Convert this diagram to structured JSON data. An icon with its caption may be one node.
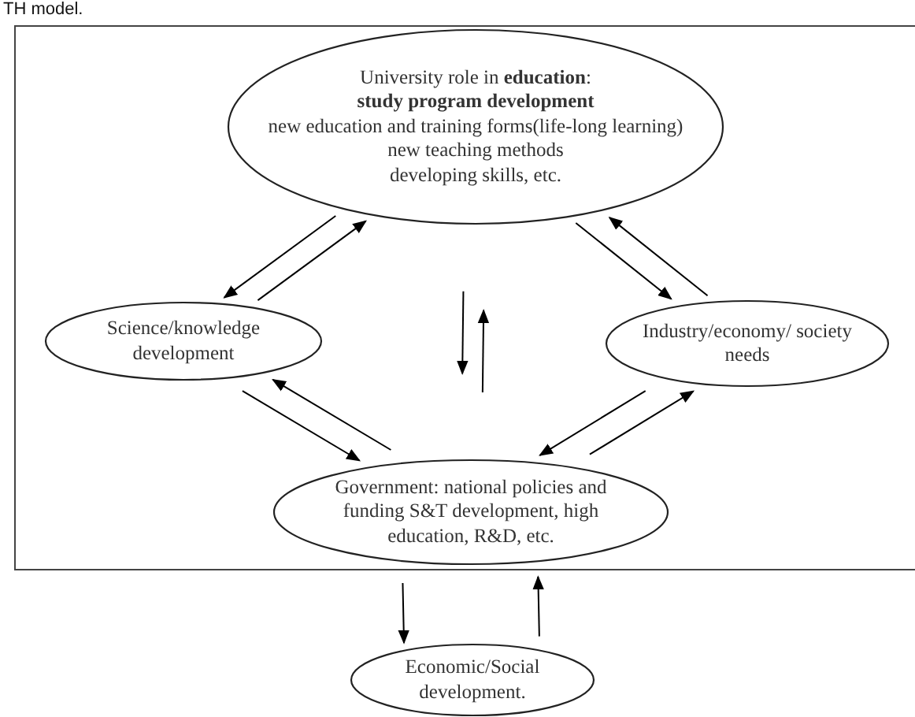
{
  "diagram": {
    "title": "TH model.",
    "nodes": [
      {
        "text": [],
        "shape": "box"
      },
      {
        "text": [
          "University role in **education**:",
          "study program development",
          "new education and training forms(life-long learning)",
          "new teaching methods",
          "developing skills, etc."
        ],
        "in": 0
      },
      {
        "text": [
          "Science/knowledge development"
        ],
        "in": 0
      },
      {
        "text": [
          "Industry/economy/ society needs"
        ],
        "in": 0
      },
      {
        "text": [
          "Government: national policies and funding  S&T development, high education, R&D, etc."
        ],
        "in": 0
      },
      {
        "text": [
          "Economic/Social development."
        ]
      }
    ],
    "edges": [
      {
        "from": 1,
        "to": 2,
        "arrow": "to"
      },
      {
        "from": 2,
        "to": 1,
        "arrow": "to"
      },
      {
        "from": 3,
        "to": 1,
        "arrow": "to"
      },
      {
        "from": 1,
        "to": 3,
        "arrow": "to"
      },
      {
        "from": 1,
        "to": 4,
        "arrow": "to"
      },
      {
        "from": 4,
        "to": 1,
        "arrow": "to"
      },
      {
        "from": 4,
        "to": 2,
        "arrow": "to"
      },
      {
        "from": 2,
        "to": 4,
        "arrow": "to"
      },
      {
        "from": 3,
        "to": 4,
        "arrow": "to"
      },
      {
        "from": 4,
        "to": 3,
        "arrow": "to"
      },
      {
        "from": 0,
        "to": 5,
        "arrow": "to"
      },
      {
        "from": 5,
        "to": 0,
        "arrow": "to"
      }
    ]
  }
}
